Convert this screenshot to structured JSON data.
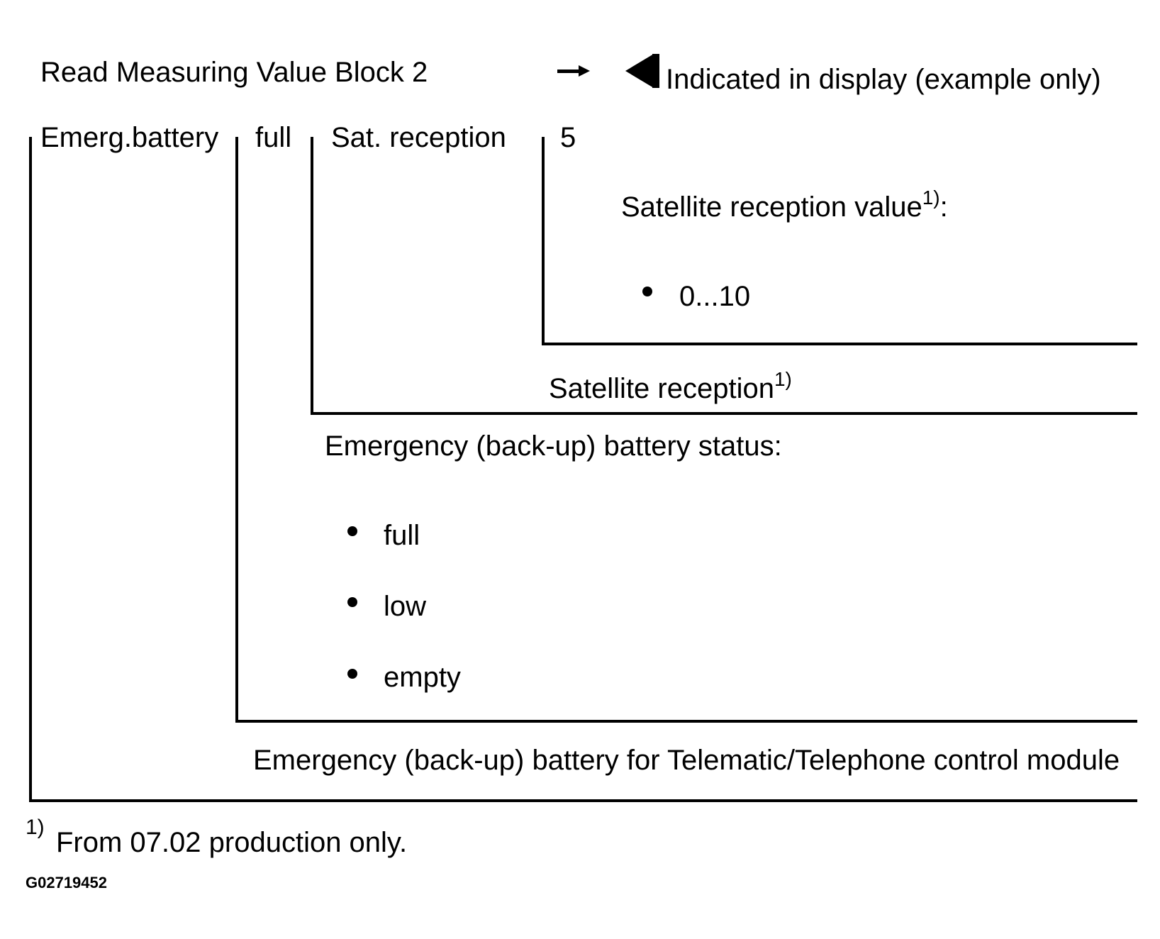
{
  "header": {
    "title": "Read Measuring Value Block 2",
    "display_note": "Indicated in display (example only)",
    "arrow_icon": "arrow-right-icon",
    "display_icon": "triangle-left-icon"
  },
  "display_fields": [
    {
      "label": "Emerg.battery"
    },
    {
      "label": "full"
    },
    {
      "label": "Sat. reception"
    },
    {
      "label": "5"
    }
  ],
  "satellite_value": {
    "heading": "Satellite reception value",
    "heading_sup": "1)",
    "heading_suffix": ":",
    "items": [
      "0...10"
    ]
  },
  "satellite_reception": {
    "label": "Satellite reception",
    "label_sup": "1)"
  },
  "battery_status": {
    "heading": "Emergency (back-up) battery status:",
    "items": [
      "full",
      "low",
      "empty"
    ]
  },
  "battery_description": {
    "label": "Emergency (back-up) battery for Telematic/Telephone control module"
  },
  "footnote": {
    "marker": "1)",
    "text": "From 07.02 production only."
  },
  "figure_code": "G02719452"
}
